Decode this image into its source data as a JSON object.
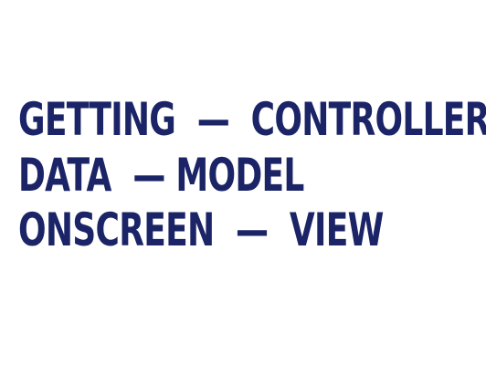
{
  "slide": {
    "lines": [
      "GETTING  —  CONTROLLER",
      "DATA  — MODEL",
      "ONSCREEN  —  VIEW"
    ],
    "text_color": "#1a2466",
    "background_color": "#ffffff"
  }
}
